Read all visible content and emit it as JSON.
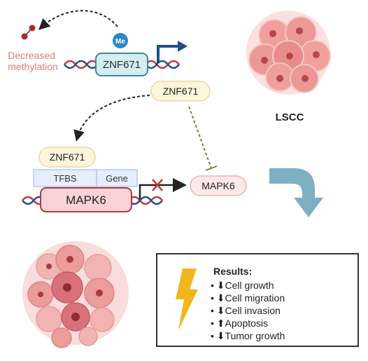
{
  "labels": {
    "me": "Me",
    "decreased_methylation": [
      "Decreased",
      "methylation"
    ],
    "znf671_gene": "ZNF671",
    "znf671_protein_top": "ZNF671",
    "lscc": "LSCC",
    "znf671_bound": "ZNF671",
    "tfbs": "TFBS",
    "gene": "Gene",
    "mapk6_gene": "MAPK6",
    "mapk6_protein": "MAPK6"
  },
  "results": {
    "title": "Results:",
    "items": [
      {
        "bullet": "•",
        "arrow": "⬇",
        "text": "Cell growth"
      },
      {
        "bullet": "•",
        "arrow": "⬇",
        "text": "Cell migration"
      },
      {
        "bullet": "•",
        "arrow": "⬇",
        "text": "Cell invasion"
      },
      {
        "bullet": "•",
        "arrow": "⬆",
        "text": "Apoptosis"
      },
      {
        "bullet": "•",
        "arrow": "⬇",
        "text": "Tumor growth"
      }
    ]
  },
  "icons": [
    "methyl-group-icon",
    "lscc-cell-cluster-icon",
    "transcription-arrow-icon",
    "blocked-transcription-icon",
    "down-curved-arrow-icon",
    "tumor-tissue-icon",
    "lightning-icon"
  ],
  "colors": {
    "dna_red": "#c9343f",
    "dna_blue": "#1f4e8c",
    "gene_box_fill": "#d6ecef",
    "gene_box_stroke": "#3a8a98",
    "mapk6_fill": "#f7d3d6",
    "mapk6_stroke": "#a83a45",
    "protein_fill": "#fdf6dc",
    "protein_stroke": "#e7d9a3",
    "me_circle": "#2f86c8",
    "methylation_text": "#e07a7a",
    "arrow_teal": "#6fa7bb",
    "inhibit_green": "#6b8a3a",
    "lightning": "#f3b51c",
    "tfbs_fill": "#e5eefc",
    "tfbs_stroke": "#a9bfe8"
  }
}
